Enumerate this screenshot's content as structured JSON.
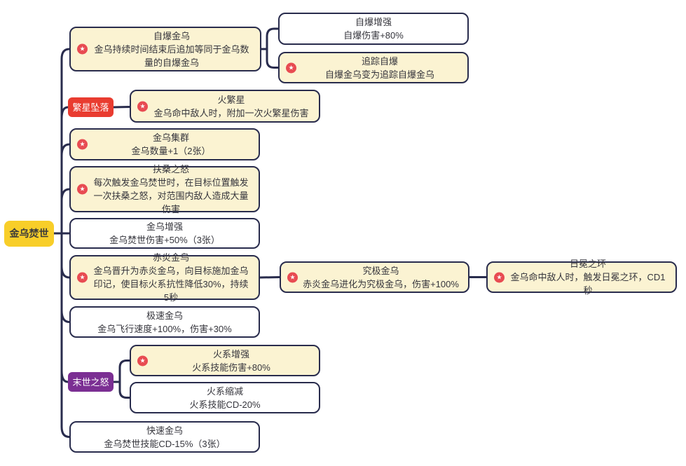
{
  "palette": {
    "node_border": "#292c4d",
    "connector": "#292c4d",
    "yellow_fill": "#fbf3d2",
    "white_fill": "#ffffff",
    "root_fill": "#f8ce29",
    "red_label_fill": "#e93c30",
    "purple_label_fill": "#7b2f93",
    "star_badge": "#e84b52",
    "text": "#35353c"
  },
  "mindmap": {
    "nodes": [
      {
        "id": "root",
        "kind": "root",
        "star": false,
        "title": "金乌焚世",
        "parent": null
      },
      {
        "id": "zibao-jinwu",
        "kind": "card-yellow",
        "star": true,
        "title": "自爆金乌",
        "desc": "金乌持续时间结束后追加等同于金乌数量的自爆金乌",
        "parent": "root"
      },
      {
        "id": "zibao-zengqiang",
        "kind": "card-white",
        "star": false,
        "title": "自爆增强",
        "desc": "自爆伤害+80%",
        "parent": "zibao-jinwu"
      },
      {
        "id": "zhuizong-zibao",
        "kind": "card-yellow",
        "star": true,
        "title": "追踪自爆",
        "desc": "自爆金乌变为追踪自爆金乌",
        "parent": "zibao-jinwu"
      },
      {
        "id": "fanxing-zhuiluo",
        "kind": "label-red",
        "star": false,
        "title": "繁星坠落",
        "parent": "root"
      },
      {
        "id": "huo-fanxing",
        "kind": "card-yellow",
        "star": true,
        "title": "火繁星",
        "desc": "金乌命中敌人时，附加一次火繁星伤害",
        "parent": "fanxing-zhuiluo"
      },
      {
        "id": "jinwu-jiqun",
        "kind": "card-yellow",
        "star": true,
        "title": "金乌集群",
        "desc": "金乌数量+1（2张）",
        "parent": "root"
      },
      {
        "id": "fusang-zhinu",
        "kind": "card-yellow",
        "star": true,
        "title": "扶桑之怒",
        "desc": "每次触发金乌焚世时，在目标位置触发一次扶桑之怒，对范围内敌人造成大量伤害",
        "parent": "root"
      },
      {
        "id": "jinwu-zengqiang",
        "kind": "card-white",
        "star": false,
        "title": "金乌增强",
        "desc": "金乌焚世伤害+50%（3张）",
        "parent": "root"
      },
      {
        "id": "chiyan-jinwu",
        "kind": "card-yellow",
        "star": true,
        "title": "赤炎金乌",
        "desc": "金乌晋升为赤炎金乌，向目标施加金乌印记，使目标火系抗性降低30%，持续5秒",
        "parent": "root"
      },
      {
        "id": "jiuji-jinwu",
        "kind": "card-yellow",
        "star": true,
        "title": "究极金乌",
        "desc": "赤炎金乌进化为究极金乌，伤害+100%",
        "parent": "chiyan-jinwu"
      },
      {
        "id": "rimian-zhihuan",
        "kind": "card-yellow",
        "star": true,
        "title": "日冕之环",
        "desc": "金乌命中敌人时，触发日冕之环，CD1秒",
        "parent": "jiuji-jinwu"
      },
      {
        "id": "jisu-jinwu",
        "kind": "card-white",
        "star": false,
        "title": "极速金乌",
        "desc": "金乌飞行速度+100%，伤害+30%",
        "parent": "root"
      },
      {
        "id": "huoxi-zengqiang",
        "kind": "card-yellow",
        "star": true,
        "title": "火系增强",
        "desc": "火系技能伤害+80%",
        "parent": "moshi-zhinu"
      },
      {
        "id": "moshi-zhinu",
        "kind": "label-purple",
        "star": false,
        "title": "末世之怒",
        "parent": "root"
      },
      {
        "id": "huoxi-suojian",
        "kind": "card-white",
        "star": false,
        "title": "火系缩减",
        "desc": "火系技能CD-20%",
        "parent": "moshi-zhinu"
      },
      {
        "id": "kuaisu-jinwu",
        "kind": "card-white",
        "star": false,
        "title": "快速金乌",
        "desc": "金乌焚世技能CD-15%（3张）",
        "parent": "root"
      }
    ],
    "star_glyph": "★"
  }
}
